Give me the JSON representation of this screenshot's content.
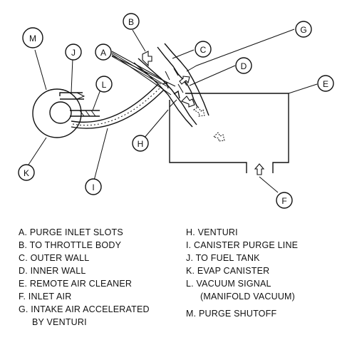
{
  "callouts": {
    "A": "A",
    "B": "B",
    "C": "C",
    "D": "D",
    "E": "E",
    "F": "F",
    "G": "G",
    "H": "H",
    "I": "I",
    "J": "J",
    "K": "K",
    "L": "L",
    "M": "M"
  },
  "legend": {
    "left": [
      "A.  PURGE INLET SLOTS",
      "B.  TO THROTTLE BODY",
      "C.  OUTER WALL",
      "D.  INNER WALL",
      "E.  REMOTE AIR CLEANER",
      "F.  INLET AIR",
      "G.  INTAKE AIR ACCELERATED",
      "BY VENTURI"
    ],
    "right": [
      "H.  VENTURI",
      "I.   CANISTER PURGE LINE",
      "J.   TO FUEL TANK",
      "K.  EVAP CANISTER",
      "L.  VACUUM SIGNAL",
      "(MANIFOLD VACUUM)",
      "M.  PURGE SHUTOFF"
    ]
  }
}
